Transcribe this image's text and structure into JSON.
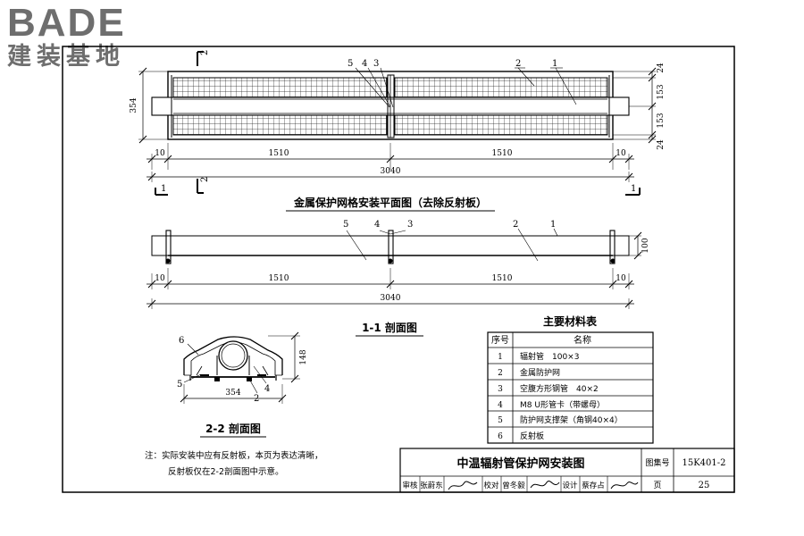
{
  "logo": {
    "brand": "BADE",
    "subtitle": "建装基地"
  },
  "plan": {
    "title": "金属保护网格安装平面图（去除反射板）",
    "callouts": [
      "5",
      "4",
      "3",
      "2",
      "1"
    ],
    "height_dim": "354",
    "right_dims": [
      "24",
      "153",
      "153",
      "24"
    ],
    "dims_row1": [
      "10",
      "1510",
      "1510",
      "10"
    ],
    "total": "3040",
    "section_marks": {
      "a": "1",
      "b": "2"
    }
  },
  "section11": {
    "title": "1-1 剖面图",
    "callouts": [
      "5",
      "4",
      "3",
      "2",
      "1"
    ],
    "height_dim": "100",
    "dims_row1": [
      "10",
      "1510",
      "1510",
      "10"
    ],
    "total": "3040"
  },
  "section22": {
    "title": "2-2 剖面图",
    "width_dim": "354",
    "height_dim": "148",
    "callouts": {
      "a": "6",
      "b": "5",
      "c": "4",
      "d": "2"
    }
  },
  "materials": {
    "title": "主要材料表",
    "headers": [
      "序号",
      "名称"
    ],
    "rows": [
      {
        "no": "1",
        "name": "辐射管　100×3"
      },
      {
        "no": "2",
        "name": "金属防护网"
      },
      {
        "no": "3",
        "name": "空腹方形钢管　40×2"
      },
      {
        "no": "4",
        "name": "M8 U形管卡（带螺母）"
      },
      {
        "no": "5",
        "name": "防护网支撑架（角钢40×4）"
      },
      {
        "no": "6",
        "name": "反射板"
      }
    ]
  },
  "note": {
    "line1": "注：实际安装中应有反射板，本页为表达清晰，",
    "line2": "反射板仅在2-2剖面图中示意。"
  },
  "titleblock": {
    "title": "中温辐射管保护网安装图",
    "atlas_label": "图集号",
    "atlas_no": "15K401-2",
    "page_label": "页",
    "page_no": "25",
    "review_label": "审核",
    "review_name": "张蔚东",
    "check_label": "校对",
    "check_name": "曾冬毅",
    "design_label": "设计",
    "design_name": "蔡存占"
  }
}
